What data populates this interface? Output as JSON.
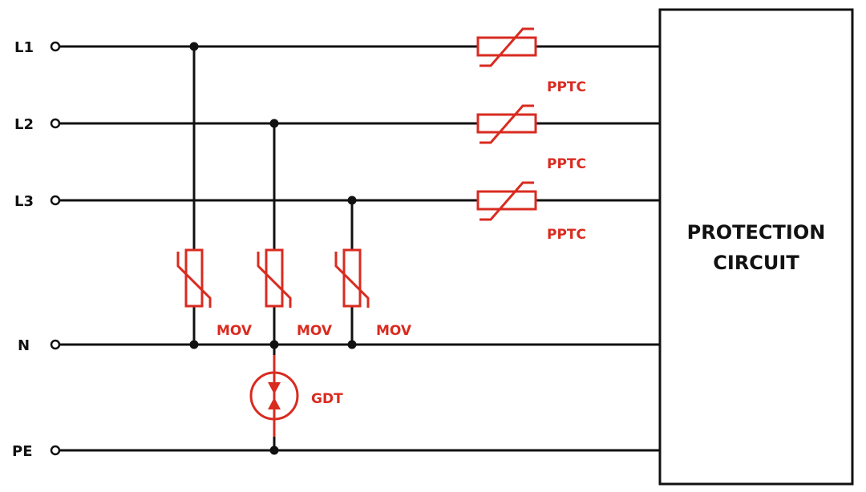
{
  "lines": {
    "l1": "L1",
    "l2": "L2",
    "l3": "L3",
    "n": "N",
    "pe": "PE"
  },
  "components": {
    "pptc_1": "PPTC",
    "pptc_2": "PPTC",
    "pptc_3": "PPTC",
    "mov_1": "MOV",
    "mov_2": "MOV",
    "mov_3": "MOV",
    "gdt": "GDT"
  },
  "protection_box": {
    "line1": "PROTECTION",
    "line2": "CIRCUIT"
  },
  "colors": {
    "wire": "#111111",
    "component": "#d92b20",
    "background": "#ffffff"
  }
}
